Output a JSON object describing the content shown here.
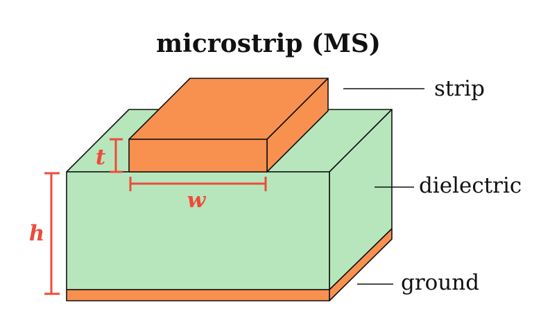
{
  "title": "microstrip (MS)",
  "labels": {
    "strip": "strip",
    "dielectric": "dielectric",
    "ground": "ground"
  },
  "dimensions": {
    "t": "t",
    "w": "w",
    "h": "h"
  },
  "colors": {
    "dielectric": "#b7e6bd",
    "copper": "#f89050",
    "dimension": "#ee4b3a",
    "outline": "#111111"
  }
}
